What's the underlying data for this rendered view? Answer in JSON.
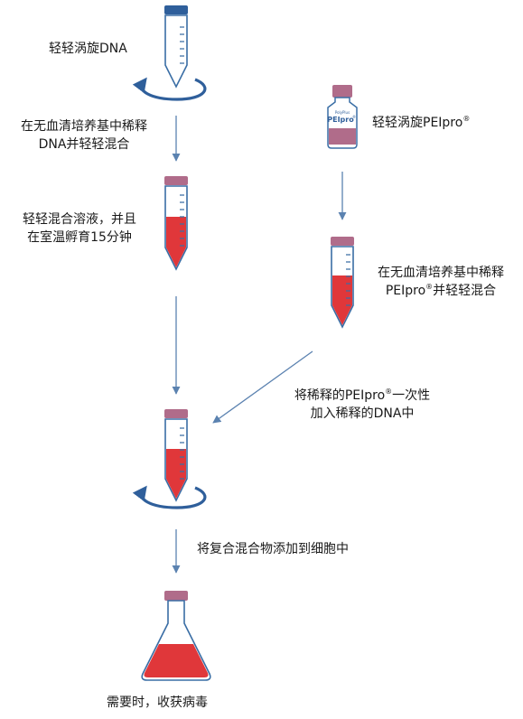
{
  "colors": {
    "tube_outline": "#3a6ea5",
    "cap_blue": "#2f5f9b",
    "cap_mauve": "#b06c8a",
    "liquid_red": "#e0373a",
    "arrow": "#5b82b0",
    "swirl": "#2f5f9b"
  },
  "icons": [
    "conical-tube-icon",
    "swirl-arrow-icon",
    "reagent-bottle-icon",
    "erlenmeyer-flask-icon",
    "flow-arrow-icon"
  ],
  "steps": {
    "vortex_dna": "轻轻涡旋DNA",
    "dilute_dna_line1": "在无血清培养基中稀释",
    "dilute_dna_line2": "DNA并轻轻混合",
    "mix_incubate_line1": "轻轻混合溶液，并且",
    "mix_incubate_line2": "在室温孵育15分钟",
    "vortex_pei_prefix": "轻轻涡旋PEIpro",
    "vortex_pei_sup": "®",
    "dilute_pei_line1": "在无血清培养基中稀释",
    "dilute_pei_prefix": "PEIpro",
    "dilute_pei_sup": "®",
    "dilute_pei_suffix": "并轻轻混合",
    "add_pei_prefix": "将稀释的PEIpro",
    "add_pei_sup": "®",
    "add_pei_suffix": "一次性",
    "add_pei_line2": "加入稀释的DNA中",
    "add_to_cells": "将复合混合物添加到细胞中",
    "harvest": "需要时，收获病毒"
  },
  "bottle": {
    "brand": "PolyPlus",
    "name": "PEIpro",
    "sup": "®"
  }
}
